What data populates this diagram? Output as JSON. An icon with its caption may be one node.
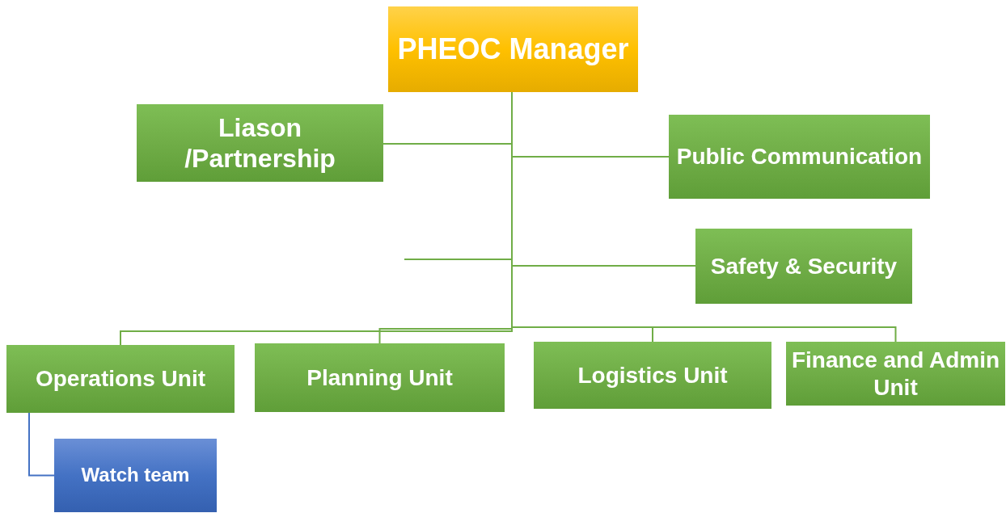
{
  "diagram": {
    "nodes": [
      {
        "text": [
          "PHEOC Manager"
        ]
      },
      {
        "text": [
          "Liason /Partnership"
        ]
      },
      {
        "text": [
          "Public Communication"
        ]
      },
      {
        "text": [
          "Safety & Security"
        ]
      },
      {
        "text": [
          "Operations Unit"
        ]
      },
      {
        "text": [
          "Planning Unit"
        ]
      },
      {
        "text": [
          "Logistics Unit"
        ]
      },
      {
        "text": [
          "Finance and Admin Unit"
        ]
      },
      {
        "text": [
          "Watch team"
        ]
      }
    ],
    "edges": [
      {
        "from": 0,
        "to": 1,
        "arrow": "none"
      },
      {
        "from": 0,
        "to": 2,
        "arrow": "none"
      },
      {
        "from": 0,
        "to": null,
        "arrow": "none"
      },
      {
        "from": 0,
        "to": 3,
        "arrow": "none"
      },
      {
        "from": 0,
        "to": 4,
        "arrow": "none"
      },
      {
        "from": 0,
        "to": 5,
        "arrow": "none"
      },
      {
        "from": 0,
        "to": 6,
        "arrow": "none"
      },
      {
        "from": 0,
        "to": 7,
        "arrow": "none"
      },
      {
        "from": 4,
        "to": 8,
        "arrow": "none",
        "color": "#4472c4"
      }
    ]
  }
}
